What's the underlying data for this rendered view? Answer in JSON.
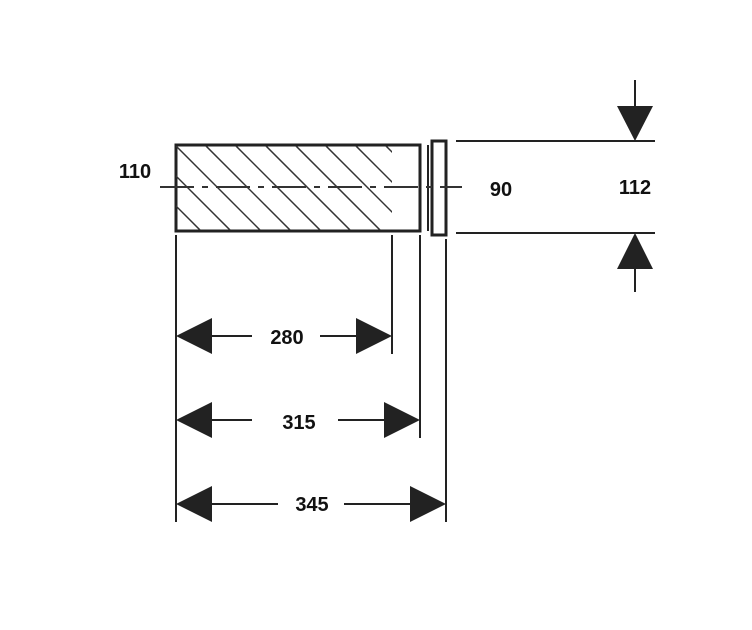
{
  "dimensions": {
    "outer_diameter": "110",
    "inner_diameter": "90",
    "socket_diameter": "112",
    "length_hatched": "280",
    "length_to_socket": "315",
    "length_total": "345"
  },
  "colors": {
    "line": "#222222",
    "text": "#111111",
    "background": "#ffffff"
  }
}
